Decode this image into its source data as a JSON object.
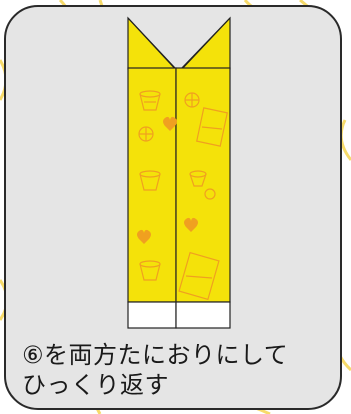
{
  "colors": {
    "background_pattern": "#f6d75a",
    "card": "#e5e5e5",
    "card_border": "#2a2a2a",
    "paper_yellow": "#f4e20a",
    "paper_outline": "#222222",
    "pattern_motif": "#f0a020",
    "strip_white": "#ffffff"
  },
  "illustration": {
    "subject": "folded-yellow-paper-strip",
    "motifs": [
      "basketball-hoop-icon",
      "basketball-icon",
      "heart-icon",
      "basketball-court-icon"
    ]
  },
  "instruction": {
    "line1": "⑥を両方たにおりにして",
    "line2": "ひっくり返す"
  }
}
